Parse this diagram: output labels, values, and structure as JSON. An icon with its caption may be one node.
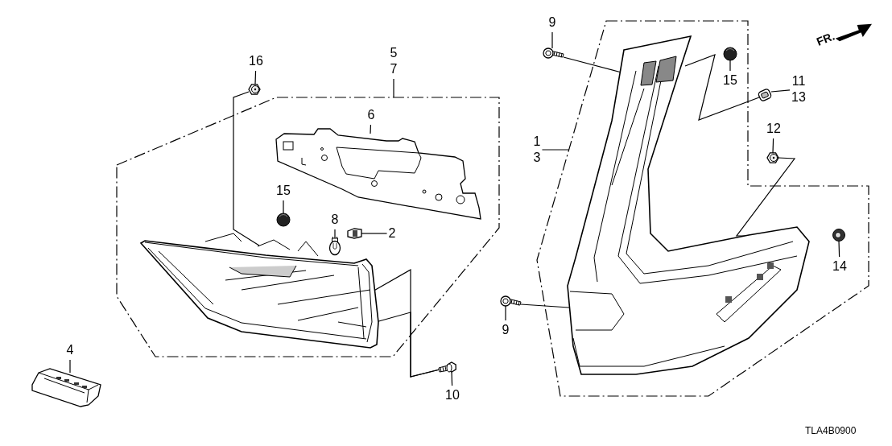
{
  "diagram": {
    "nodes": [
      {
        "text": [
          "9"
        ]
      },
      {
        "text": [],
        "shape": "picture"
      },
      {
        "text": [
          "16"
        ]
      },
      {
        "text": [],
        "shape": "picture"
      },
      {
        "text": [
          "5",
          "7"
        ]
      },
      {
        "text": [],
        "shape": "box"
      },
      {
        "text": [
          "6"
        ],
        "in": 5
      },
      {
        "text": [],
        "shape": "picture",
        "in": 5
      },
      {
        "text": [
          "15"
        ],
        "in": 5
      },
      {
        "text": [],
        "shape": "picture",
        "in": 5
      },
      {
        "text": [
          "8"
        ],
        "in": 5
      },
      {
        "text": [],
        "shape": "picture",
        "in": 5
      },
      {
        "text": [
          "2"
        ],
        "in": 5
      },
      {
        "text": [],
        "shape": "picture",
        "in": 5
      },
      {
        "text": [],
        "shape": "picture",
        "in": 5
      },
      {
        "text": [
          "10"
        ]
      },
      {
        "text": [],
        "shape": "picture"
      },
      {
        "text": [
          "4"
        ]
      },
      {
        "text": [],
        "shape": "picture"
      },
      {
        "text": [
          "1",
          "3"
        ]
      },
      {
        "text": [],
        "shape": "box"
      },
      {
        "text": [],
        "shape": "picture",
        "in": 20
      },
      {
        "text": [
          "15"
        ],
        "in": 20
      },
      {
        "text": [],
        "shape": "picture",
        "in": 20
      },
      {
        "text": [
          "11",
          "13"
        ]
      },
      {
        "text": [],
        "shape": "picture"
      },
      {
        "text": [
          "12"
        ]
      },
      {
        "text": [],
        "shape": "picture"
      },
      {
        "text": [
          "14"
        ],
        "in": 20
      },
      {
        "text": [],
        "shape": "picture",
        "in": 20
      },
      {
        "text": [
          "9"
        ]
      },
      {
        "text": [],
        "shape": "picture"
      }
    ],
    "edges": [
      {
        "from": 0,
        "to": 1,
        "arrow": "none"
      },
      {
        "from": 2,
        "to": 3,
        "arrow": "none"
      },
      {
        "from": 4,
        "to": 5,
        "arrow": "none"
      },
      {
        "from": 6,
        "to": 7,
        "arrow": "none"
      },
      {
        "from": 8,
        "to": 9,
        "arrow": "none"
      },
      {
        "from": 10,
        "to": 11,
        "arrow": "none"
      },
      {
        "from": 12,
        "to": 13,
        "arrow": "none"
      },
      {
        "from": 15,
        "to": 16,
        "arrow": "none"
      },
      {
        "from": 17,
        "to": 18,
        "arrow": "none"
      },
      {
        "from": 19,
        "to": 20,
        "arrow": "none"
      },
      {
        "from": 22,
        "to": 23,
        "arrow": "none"
      },
      {
        "from": 24,
        "to": 25,
        "arrow": "none"
      },
      {
        "from": 26,
        "to": 27,
        "arrow": "none"
      },
      {
        "from": 28,
        "to": 29,
        "arrow": "none"
      },
      {
        "from": 30,
        "to": 31,
        "arrow": "none"
      },
      {
        "from": 1,
        "to": 21,
        "arrow": "none"
      },
      {
        "from": 31,
        "to": 21,
        "arrow": "none"
      },
      {
        "from": 3,
        "to": 14,
        "arrow": "none"
      },
      {
        "from": 16,
        "to": 14,
        "arrow": "none"
      },
      {
        "from": 16,
        "to": 14,
        "arrow": "none"
      },
      {
        "from": 25,
        "to": 21,
        "arrow": "none"
      },
      {
        "from": 27,
        "to": 21,
        "arrow": "none"
      }
    ],
    "labels": [
      "FR.",
      "TLA4B0900"
    ]
  }
}
